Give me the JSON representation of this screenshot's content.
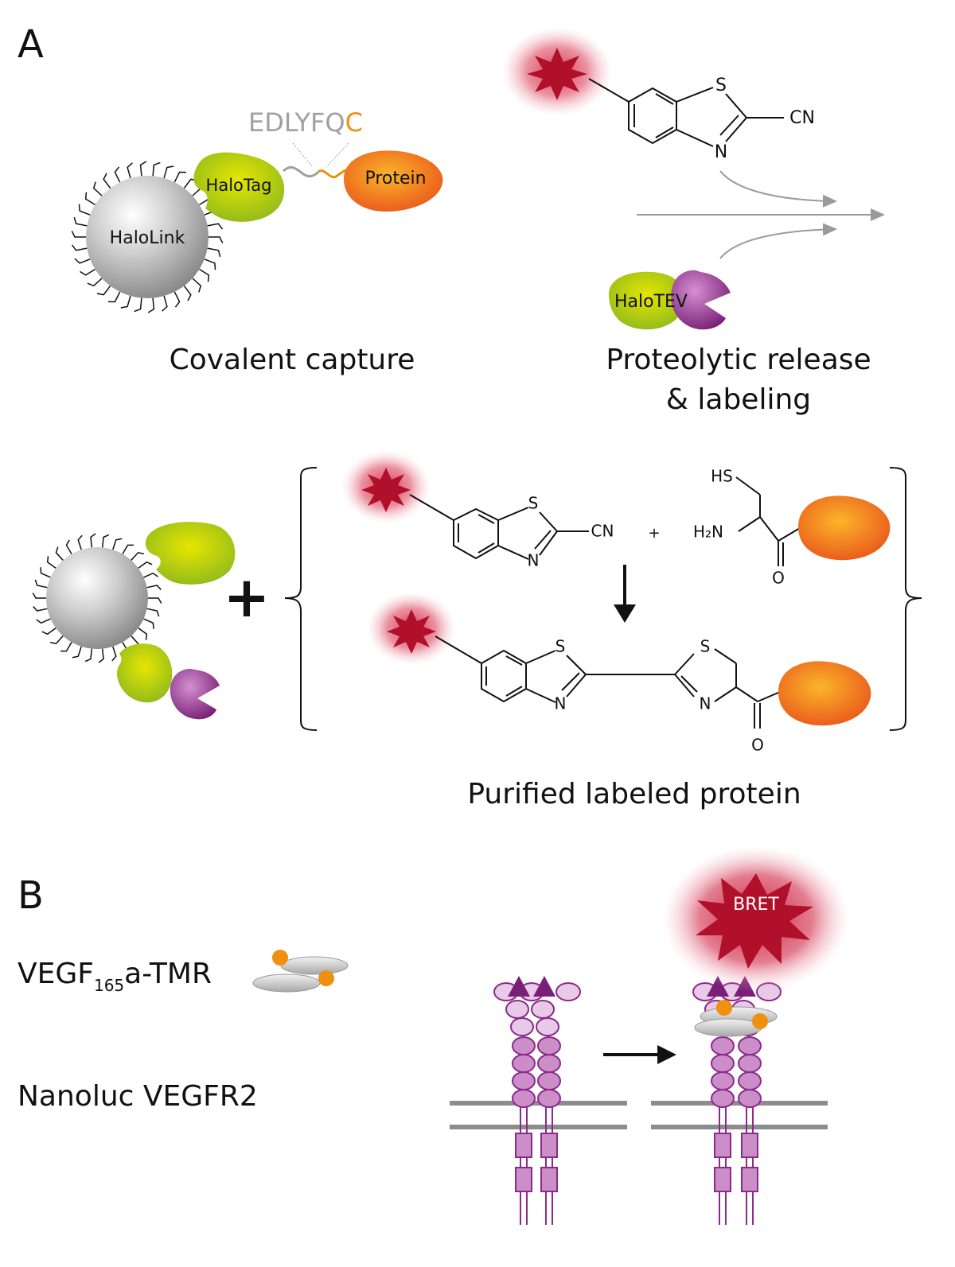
{
  "panel_a": {
    "label": "A",
    "capture": {
      "bead_label": "HaloLink",
      "tag_label": "HaloTag",
      "protein_label": "Protein",
      "linker_seq": "EDLYFQ",
      "linker_cys": "C",
      "caption": "Covalent capture"
    },
    "release": {
      "atom_s": "S",
      "atom_n": "N",
      "atom_cn": "CN",
      "halotev_label": "HaloTEV",
      "caption_line1": "Proteolytic release",
      "caption_line2": "& labeling"
    },
    "reaction": {
      "plus_big": "+",
      "plus_small": "+",
      "hs": "HS",
      "h2n": "H₂N",
      "o1": "O",
      "o2": "O",
      "caption": "Purified labeled protein"
    }
  },
  "panel_b": {
    "label": "B",
    "vegf_label": "VEGF",
    "vegf_sub": "165",
    "vegf_suffix": "a-TMR",
    "nanoluc_label": "Nanoluc VEGFR2",
    "bret_label": "BRET"
  },
  "colors": {
    "halo_green": "#9cc41a",
    "protein_orange": "#f08a10",
    "tev_purple": "#8b2a8a",
    "dye_red": "#b0102a",
    "receptor_purple": "#cc8ec8",
    "linker_gray": "#a0a0a0",
    "cys_orange": "#f09010"
  }
}
